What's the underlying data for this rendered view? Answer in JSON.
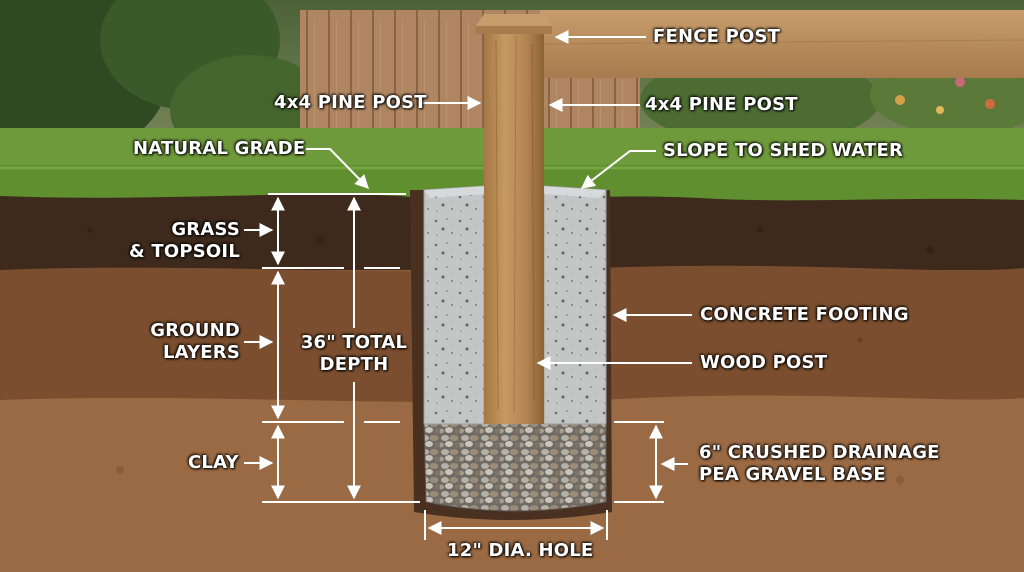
{
  "labels": {
    "fence_post": "FENCE POST",
    "pine_post_left": "4x4 PINE POST",
    "pine_post_right": "4x4 PINE POST",
    "natural_grade": "NATURAL GRADE",
    "slope": "SLOPE TO SHED WATER",
    "grass_line1": "GRASS",
    "grass_line2": "& TOPSOIL",
    "ground_line1": "GROUND",
    "ground_line2": "LAYERS",
    "depth_line1": "36\" TOTAL",
    "depth_line2": "DEPTH",
    "clay": "CLAY",
    "concrete": "CONCRETE FOOTING",
    "wood_post": "WOOD POST",
    "gravel_line1": "6\" CRUSHED DRAINAGE",
    "gravel_line2": "PEA GRAVEL BASE",
    "hole": "12\" DIA. HOLE"
  },
  "colors": {
    "sky_background": "#6f7f5a",
    "fence_boards": "#b08662",
    "grass": "#5f8f2e",
    "topsoil": "#3e2a1c",
    "ground_layer": "#7a4e2e",
    "clay_layer": "#9a6a44",
    "concrete": "#c4c6c6",
    "wood": "#b88a52",
    "gravel": "#8d8a84",
    "label_text": "#ffffff",
    "guide_lines": "#ffffff"
  }
}
